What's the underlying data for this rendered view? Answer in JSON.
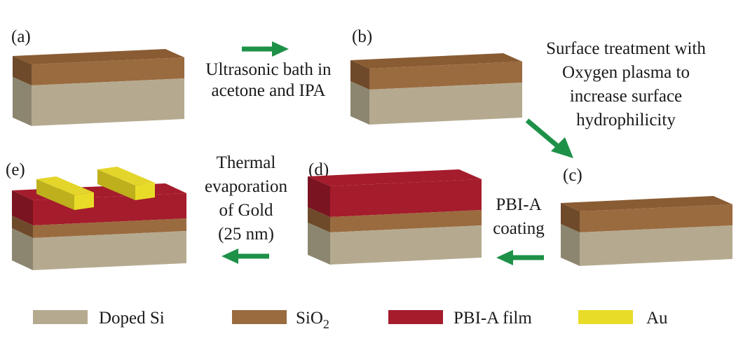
{
  "panels": [
    {
      "id": "a",
      "label": "(a)"
    },
    {
      "id": "b",
      "label": "(b)"
    },
    {
      "id": "c",
      "label": "(c)"
    },
    {
      "id": "d",
      "label": "(d)"
    },
    {
      "id": "e",
      "label": "(e)"
    }
  ],
  "steps": {
    "a_to_b": [
      "Ultrasonic bath in",
      "acetone and IPA"
    ],
    "b_to_c": [
      "Surface treatment with",
      "Oxygen plasma to",
      "increase surface",
      "hydrophilicity"
    ],
    "c_to_d": [
      "PBI-A",
      "coating"
    ],
    "d_to_e": [
      "Thermal",
      "evaporation",
      "of Gold",
      "(25 nm)"
    ]
  },
  "legend": [
    {
      "name": "Doped Si",
      "color": "#B5AA90"
    },
    {
      "name": "SiO",
      "subscript": "2",
      "color": "#9A6B3F"
    },
    {
      "name": "PBI-A film",
      "color": "#A51C2C"
    },
    {
      "name": "Au",
      "color": "#E8DC28"
    }
  ],
  "colors": {
    "arrow": "#1E9148",
    "si_front": "#B5AA90",
    "si_side": "#8C8670",
    "sio2_top": "#8A5C33",
    "sio2_front": "#9A6B3F",
    "sio2_side": "#6E4A2A",
    "pbi_top": "#A51C2C",
    "pbi_front": "#A51C2C",
    "pbi_side": "#7A1420",
    "au_top": "#E4D52A",
    "au_front": "#E8DC28",
    "au_side": "#BDB01C"
  }
}
